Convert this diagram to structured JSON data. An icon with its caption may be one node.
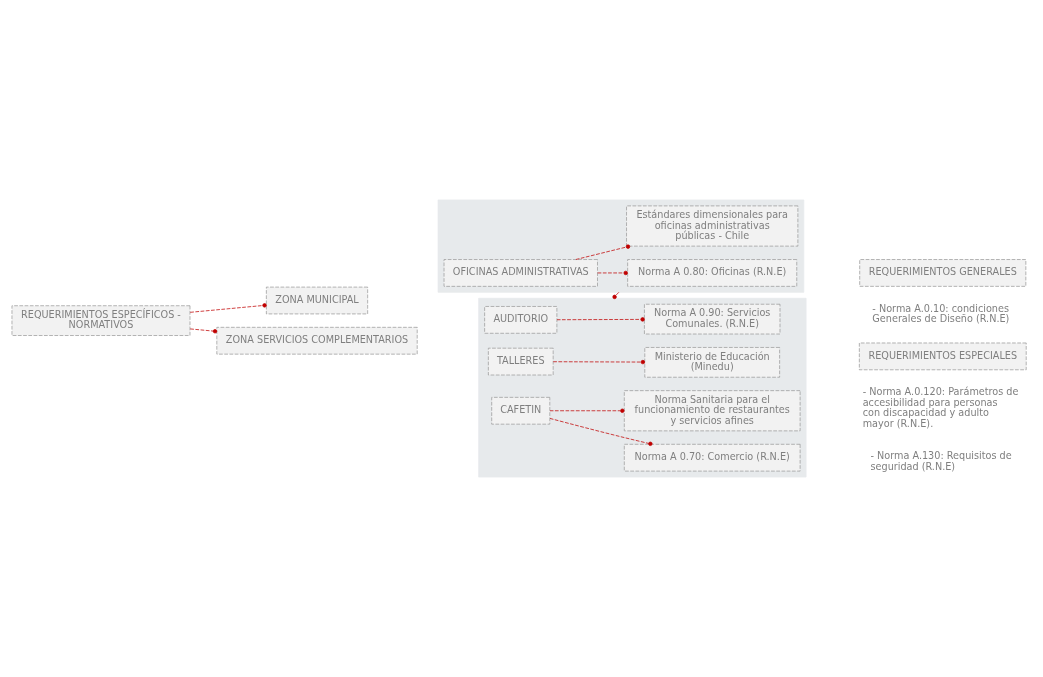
{
  "diagram": {
    "nodes": [
      {
        "text": [
          "REQUERIMIENTOS ESPECÍFICOS - NORMATIVOS"
        ]
      },
      {
        "text": [],
        "shape": "box"
      },
      {
        "text": [
          "ZONA MUNICIPAL"
        ]
      },
      {
        "text": [
          "OFICINAS ADMINISTRATIVAS"
        ],
        "in": 1
      },
      {
        "text": [
          "Norma A 0.80: Oficinas (R.N.E)"
        ],
        "in": 1
      },
      {
        "text": [
          "Estándares dimensionales para oficinas administrativas públicas - Chile"
        ],
        "in": 1
      },
      {
        "text": [],
        "shape": "box"
      },
      {
        "text": [
          "ZONA SERVICIOS COMPLEMENTARIOS"
        ]
      },
      {
        "text": [
          "AUDITORIO"
        ],
        "in": 6
      },
      {
        "text": [
          "Norma A 0.90: Servicios Comunales. (R.N.E)"
        ],
        "in": 6
      },
      {
        "text": [
          "TALLERES"
        ],
        "in": 6
      },
      {
        "text": [
          "Ministerio de Educación (Minedu)"
        ],
        "in": 6
      },
      {
        "text": [
          "CAFETIN"
        ],
        "in": 6
      },
      {
        "text": [
          "Norma A 0.70: Comercio (R.N.E)"
        ],
        "in": 6
      },
      {
        "text": [
          "Norma Sanitaria para el funcionamiento de restaurantes y servicios afines"
        ],
        "in": 6
      },
      {
        "text": [
          "REQUERIMIENTOS GENERALES"
        ],
        "beside": [
          "- Norma A.0.10: condiciones Generales de Diseño (R.N.E)"
        ]
      },
      {
        "text": [
          "REQUERIMIENTOS ESPECIALES"
        ],
        "beside": [
          "- Norma A.0.120: Parámetros de accesibilidad para personas con discapacidad y adulto mayor (R.N.E).",
          "- Norma A.130: Requisitos de seguridad (R.N.E)"
        ]
      }
    ],
    "edges": [
      {
        "from": 0,
        "to": 2,
        "arrow": "other",
        "style": "dashed"
      },
      {
        "from": 0,
        "to": 7,
        "arrow": "other",
        "style": "dashed"
      },
      {
        "from": 3,
        "to": 4,
        "arrow": "other",
        "style": "dashed"
      },
      {
        "from": 3,
        "to": 5,
        "arrow": "other",
        "style": "dashed"
      },
      {
        "from": 8,
        "to": 9,
        "arrow": "other",
        "style": "dashed"
      },
      {
        "from": 10,
        "to": 11,
        "arrow": "other",
        "style": "dashed"
      },
      {
        "from": 12,
        "to": 13,
        "arrow": "other",
        "style": "dashed"
      },
      {
        "from": 12,
        "to": 14,
        "arrow": "other",
        "style": "dashed"
      },
      {
        "from": 1,
        "to": 6,
        "arrow": "other",
        "style": "dashed"
      }
    ]
  }
}
